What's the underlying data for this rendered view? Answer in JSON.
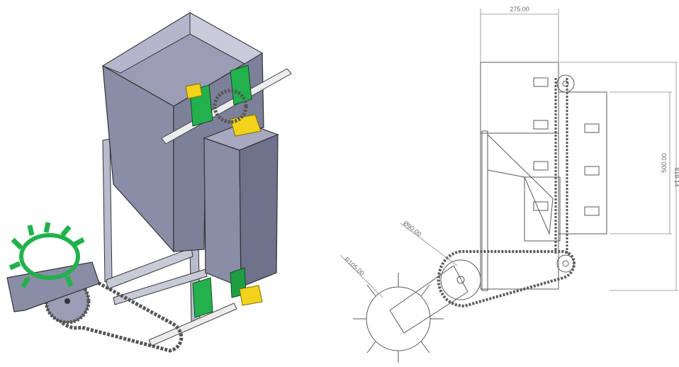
{
  "colors": {
    "body_metal": "#8c8fa8",
    "body_metal_dark": "#6d7088",
    "body_metal_light": "#b4b7cc",
    "green_part": "#22b14c",
    "yellow_part": "#f2d21b",
    "chain": "#555555",
    "shaft": "#e6e6e6",
    "line_drawing": "#5a5a5a",
    "dimension": "#8a8a8a"
  },
  "icons": [
    "wheel-icon",
    "sprocket-icon",
    "chain-icon",
    "bearing-icon",
    "hopper-icon"
  ],
  "drawing": {
    "dimensions": {
      "width_top": "275.00",
      "height_mid": "500.00",
      "height_total": "819.14",
      "diameter": "Ø90.00",
      "radius": "R105.00"
    }
  }
}
